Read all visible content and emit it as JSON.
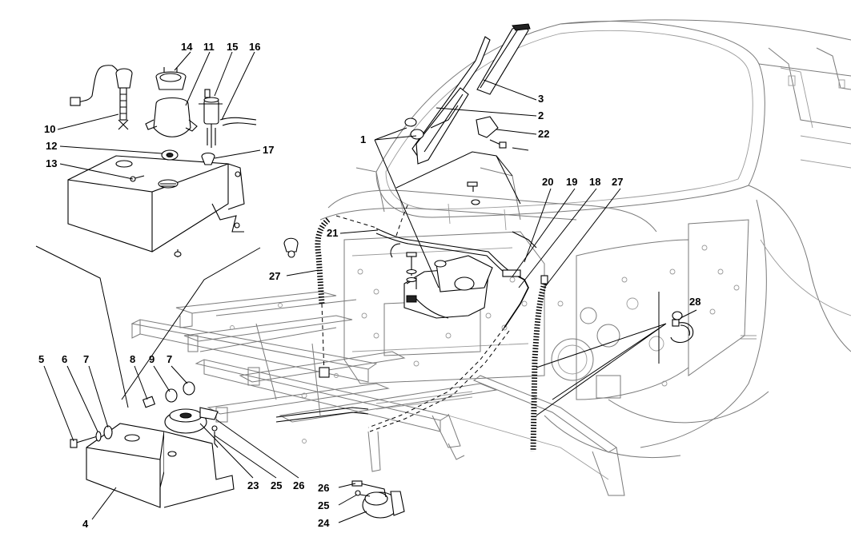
{
  "callouts": [
    {
      "id": "c1",
      "label": "1"
    },
    {
      "id": "c2",
      "label": "2"
    },
    {
      "id": "c3",
      "label": "3"
    },
    {
      "id": "c4",
      "label": "4"
    },
    {
      "id": "c5",
      "label": "5"
    },
    {
      "id": "c6",
      "label": "6"
    },
    {
      "id": "c7a",
      "label": "7"
    },
    {
      "id": "c7b",
      "label": "7"
    },
    {
      "id": "c8",
      "label": "8"
    },
    {
      "id": "c9",
      "label": "9"
    },
    {
      "id": "c10",
      "label": "10"
    },
    {
      "id": "c11",
      "label": "11"
    },
    {
      "id": "c12",
      "label": "12"
    },
    {
      "id": "c13",
      "label": "13"
    },
    {
      "id": "c14",
      "label": "14"
    },
    {
      "id": "c15",
      "label": "15"
    },
    {
      "id": "c16",
      "label": "16"
    },
    {
      "id": "c17",
      "label": "17"
    },
    {
      "id": "c18",
      "label": "18"
    },
    {
      "id": "c19",
      "label": "19"
    },
    {
      "id": "c20",
      "label": "20"
    },
    {
      "id": "c21",
      "label": "21"
    },
    {
      "id": "c22",
      "label": "22"
    },
    {
      "id": "c23",
      "label": "23"
    },
    {
      "id": "c24",
      "label": "24"
    },
    {
      "id": "c25a",
      "label": "25"
    },
    {
      "id": "c25b",
      "label": "25"
    },
    {
      "id": "c26a",
      "label": "26"
    },
    {
      "id": "c26b",
      "label": "26"
    },
    {
      "id": "c27a",
      "label": "27"
    },
    {
      "id": "c27b",
      "label": "27"
    },
    {
      "id": "c28",
      "label": "28"
    }
  ]
}
